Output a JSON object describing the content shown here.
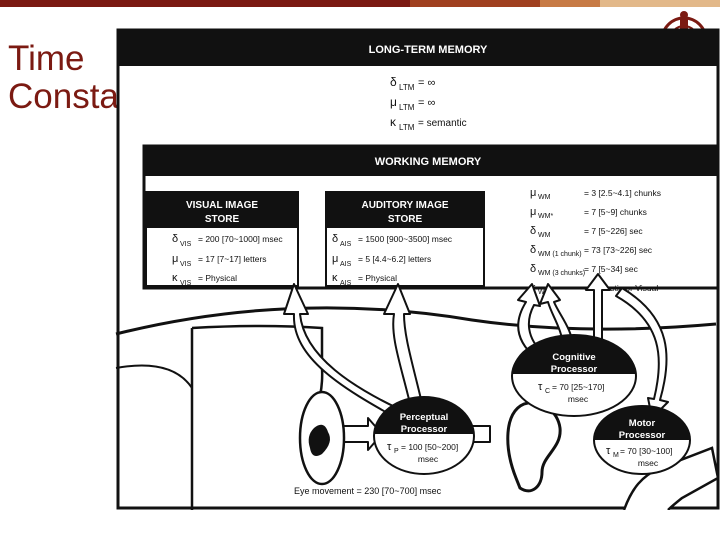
{
  "slide": {
    "title_line1": "Time",
    "title_line2": "Constants"
  },
  "colors": {
    "title": "#7b1a12",
    "bar_dark": "#7b1a12",
    "bar_mid": "#a0401f",
    "bar_light": "#c77a45",
    "bar_pale": "#e2b889",
    "panel_dark": "#111111"
  },
  "long_term_memory": {
    "header": "LONG-TERM MEMORY",
    "delta_sub": "LTM",
    "delta_val": "= ∞",
    "mu_sub": "LTM",
    "mu_val": "= ∞",
    "kappa_sub": "LTM",
    "kappa_val": "= semantic"
  },
  "working_memory": {
    "header": "WORKING MEMORY",
    "visual_store": {
      "title_line1": "VISUAL IMAGE",
      "title_line2": "STORE",
      "delta_sub": "VIS",
      "delta_val": "= 200 [70~1000] msec",
      "mu_sub": "VIS",
      "mu_val": "= 17 [7~17] letters",
      "kappa_sub": "VIS",
      "kappa_val": "= Physical"
    },
    "auditory_store": {
      "title_line1": "AUDITORY IMAGE",
      "title_line2": "STORE",
      "delta_sub": "AIS",
      "delta_val": "= 1500 [900~3500] msec",
      "mu_sub": "AIS",
      "mu_val": "= 5 [4.4~6.2] letters",
      "kappa_sub": "AIS",
      "kappa_val": "= Physical"
    },
    "wm_params": [
      {
        "sym": "μ",
        "sub": "WM",
        "val": "= 3 [2.5~4.1] chunks"
      },
      {
        "sym": "μ",
        "sub": "WM*",
        "val": "= 7 [5~9] chunks"
      },
      {
        "sym": "δ",
        "sub": "WM",
        "val": "= 7 [5~226] sec"
      },
      {
        "sym": "δ",
        "sub": "WM (1 chunk)",
        "val": "= 73 [73~226] sec"
      },
      {
        "sym": "δ",
        "sub": "WM (3 chunks)",
        "val": "= 7 [5~34] sec"
      },
      {
        "sym": "κ",
        "sub": "WM",
        "val": "= Acoustic or Visual"
      }
    ]
  },
  "processors": {
    "cognitive": {
      "name_line1": "Cognitive",
      "name_line2": "Processor",
      "sym": "τ",
      "sub": "C",
      "val": "= 70 [25~170]",
      "unit": "msec"
    },
    "perceptual": {
      "name_line1": "Perceptual",
      "name_line2": "Processor",
      "sym": "τ",
      "sub": "P",
      "val": "= 100 [50~200]",
      "unit": "msec"
    },
    "motor": {
      "name_line1": "Motor",
      "name_line2": "Processor",
      "sym": "τ",
      "sub": "M",
      "val": "= 70 [30~100]",
      "unit": "msec"
    }
  },
  "eye_movement": "Eye movement = 230 [70~700] msec",
  "icons": [
    "university-seal-icon",
    "eye-icon",
    "ear-icon",
    "hand-icon"
  ]
}
